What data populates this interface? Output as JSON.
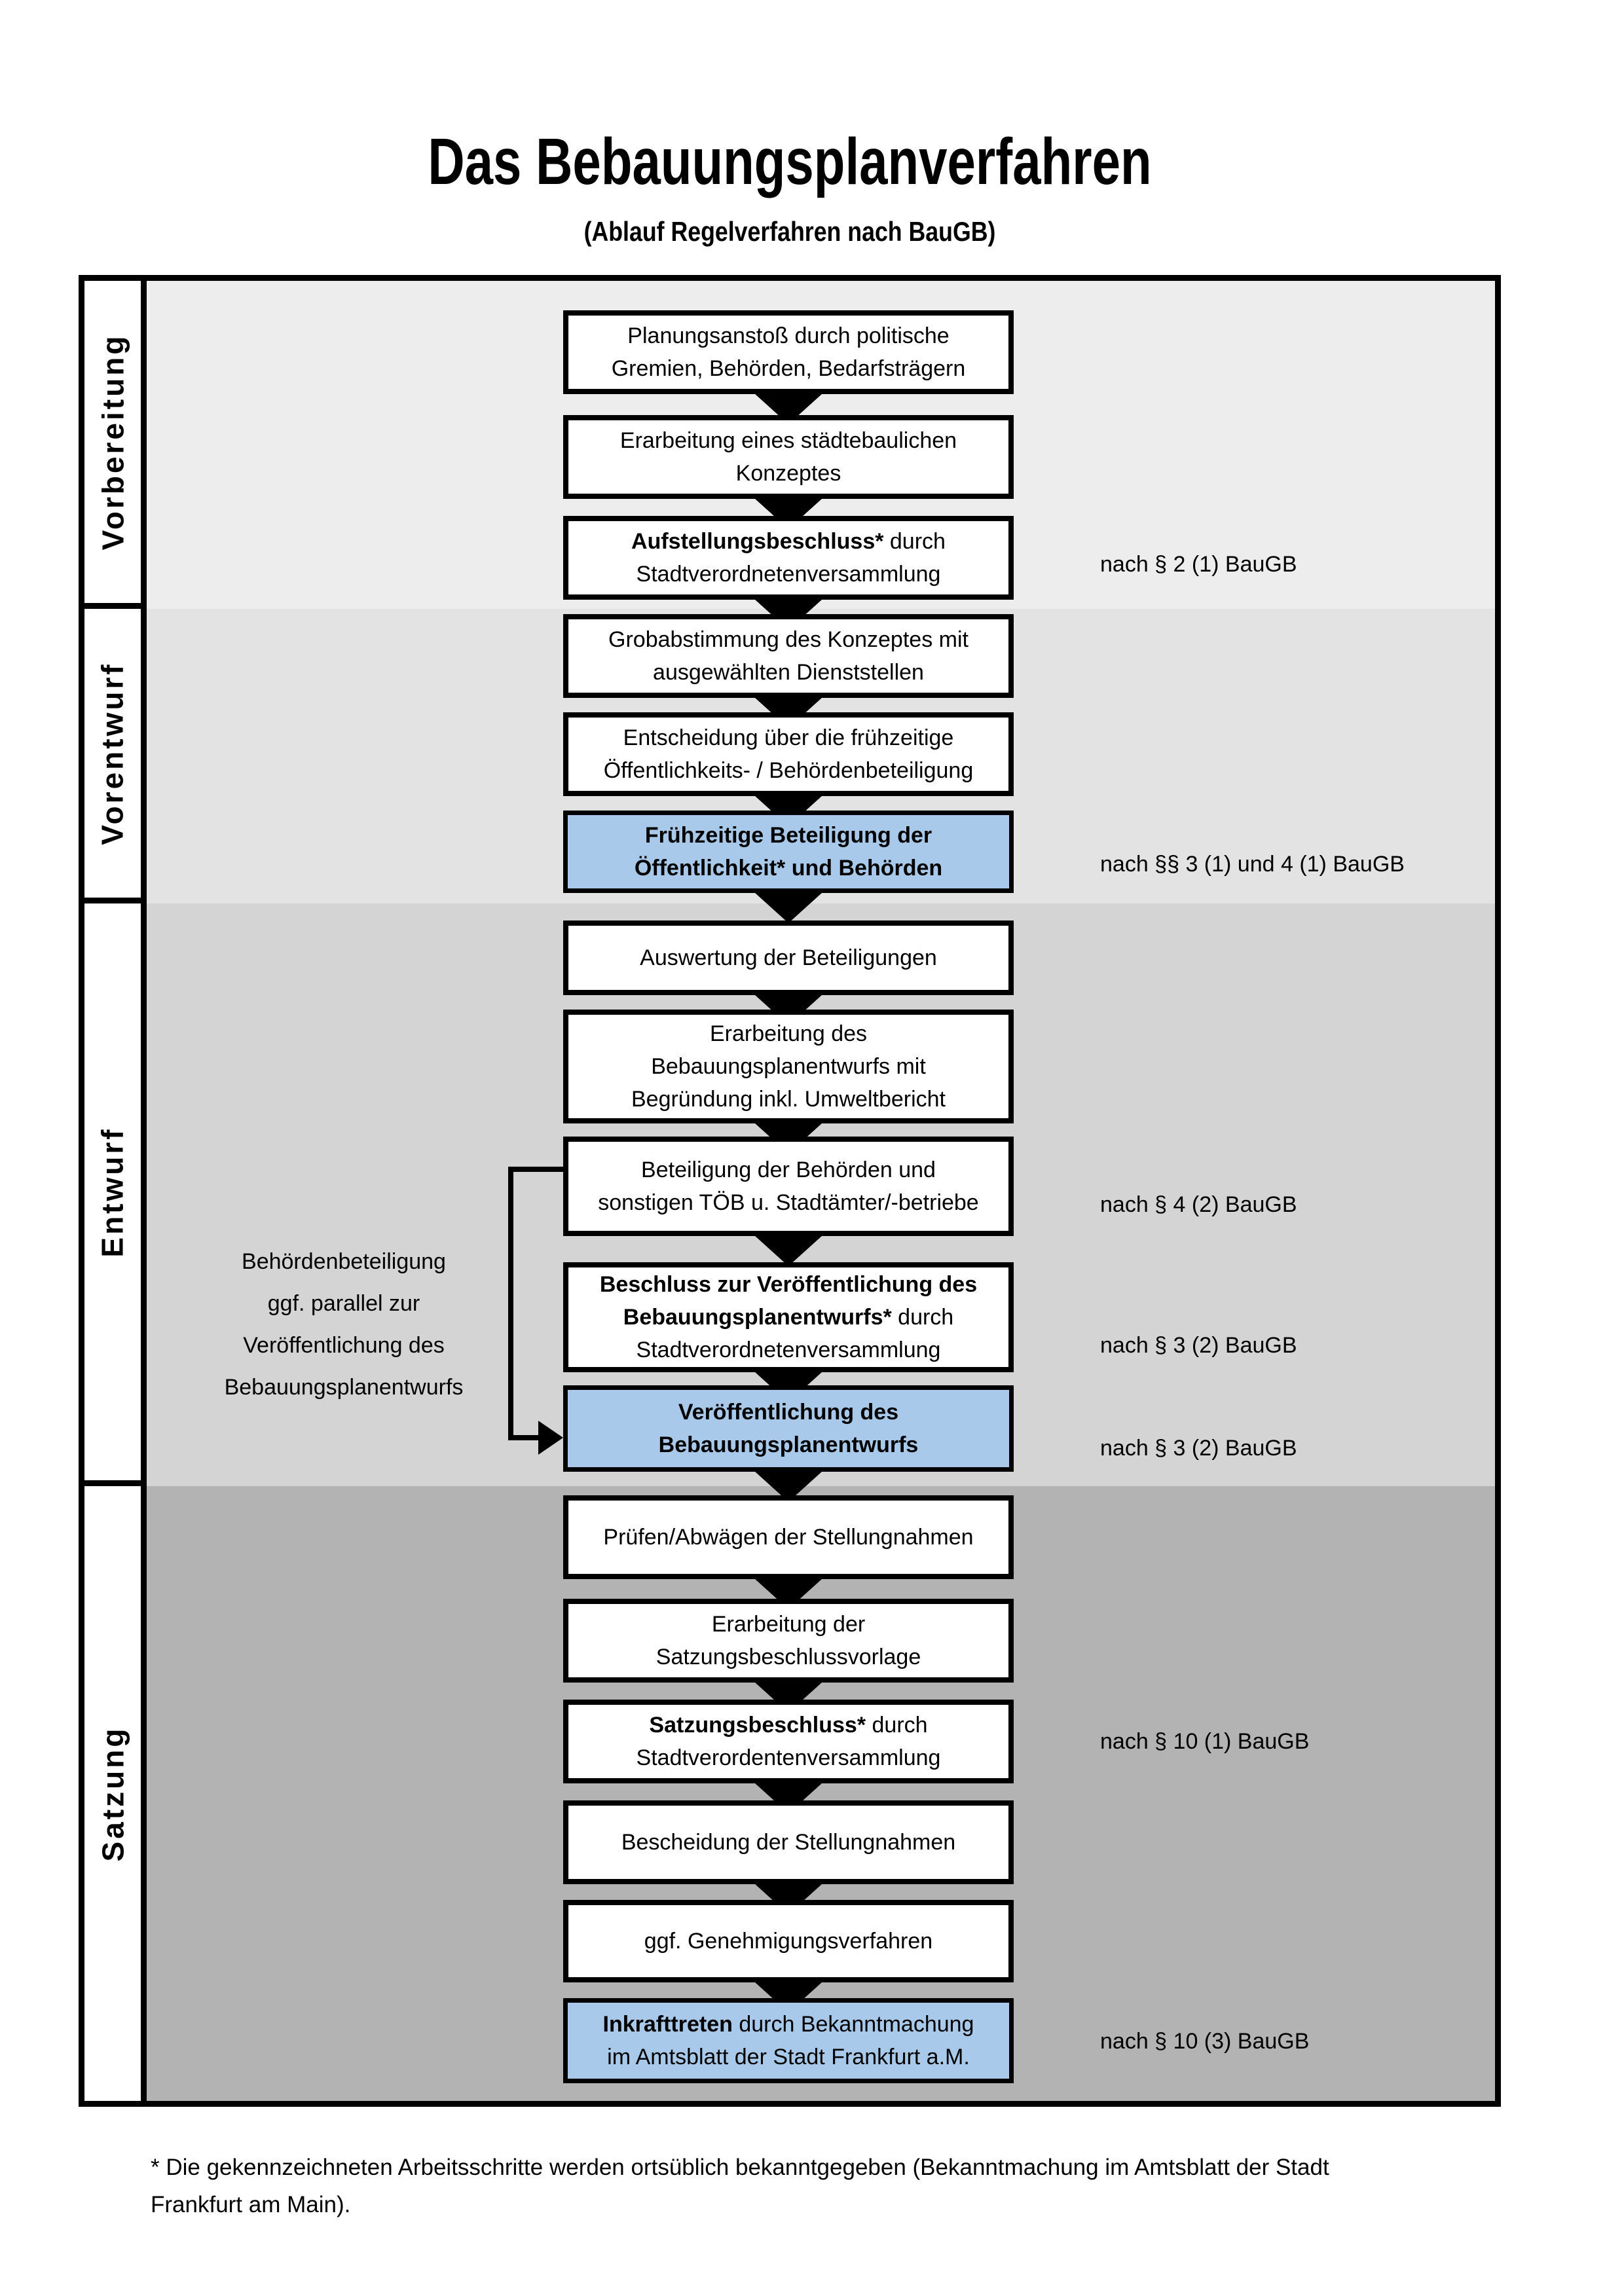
{
  "title": "Das Bebauungsplanverfahren",
  "subtitle": "(Ablauf Regelverfahren nach BauGB)",
  "colors": {
    "highlight_blue": "#a9c9ea",
    "box_white": "#ffffff",
    "border_black": "#000000",
    "phase_band_grays": [
      "#ededed",
      "#e3e3e3",
      "#d4d4d4",
      "#b3b3b3"
    ]
  },
  "phases": [
    {
      "label": "Vorbereitung"
    },
    {
      "label": "Vorentwurf"
    },
    {
      "label": "Entwurf"
    },
    {
      "label": "Satzung"
    }
  ],
  "steps": [
    {
      "phase": 0,
      "highlighted": false,
      "lines": [
        [
          {
            "t": "Planungsanstoß durch politische",
            "b": false
          }
        ],
        [
          {
            "t": "Gremien, Behörden, Bedarfsträgern",
            "b": false
          }
        ]
      ],
      "annotation": null
    },
    {
      "phase": 0,
      "highlighted": false,
      "lines": [
        [
          {
            "t": "Erarbeitung eines städtebaulichen",
            "b": false
          }
        ],
        [
          {
            "t": "Konzeptes",
            "b": false
          }
        ]
      ],
      "annotation": null
    },
    {
      "phase": 0,
      "highlighted": false,
      "lines": [
        [
          {
            "t": "Aufstellungsbeschluss*",
            "b": true
          },
          {
            "t": " durch",
            "b": false
          }
        ],
        [
          {
            "t": "Stadtverordnetenversammlung",
            "b": false
          }
        ]
      ],
      "annotation": "nach § 2 (1) BauGB"
    },
    {
      "phase": 1,
      "highlighted": false,
      "lines": [
        [
          {
            "t": "Grobabstimmung des Konzeptes mit",
            "b": false
          }
        ],
        [
          {
            "t": "ausgewählten Dienststellen",
            "b": false
          }
        ]
      ],
      "annotation": null
    },
    {
      "phase": 1,
      "highlighted": false,
      "lines": [
        [
          {
            "t": "Entscheidung über die frühzeitige",
            "b": false
          }
        ],
        [
          {
            "t": "Öffentlichkeits- / Behördenbeteiligung",
            "b": false
          }
        ]
      ],
      "annotation": null
    },
    {
      "phase": 1,
      "highlighted": true,
      "lines": [
        [
          {
            "t": "Frühzeitige Beteiligung der",
            "b": true
          }
        ],
        [
          {
            "t": "Öffentlichkeit* und Behörden",
            "b": true
          }
        ]
      ],
      "annotation": "nach §§ 3 (1) und 4 (1) BauGB"
    },
    {
      "phase": 2,
      "highlighted": false,
      "lines": [
        [
          {
            "t": "Auswertung der Beteiligungen",
            "b": false
          }
        ]
      ],
      "annotation": null
    },
    {
      "phase": 2,
      "highlighted": false,
      "lines": [
        [
          {
            "t": "Erarbeitung des",
            "b": false
          }
        ],
        [
          {
            "t": "Bebauungsplanentwurfs mit",
            "b": false
          }
        ],
        [
          {
            "t": "Begründung inkl. Umweltbericht",
            "b": false
          }
        ]
      ],
      "annotation": null
    },
    {
      "phase": 2,
      "highlighted": false,
      "lines": [
        [
          {
            "t": "Beteiligung der Behörden und",
            "b": false
          }
        ],
        [
          {
            "t": "sonstigen TÖB u. Stadtämter/-betriebe",
            "b": false
          }
        ]
      ],
      "annotation": "nach § 4 (2) BauGB"
    },
    {
      "phase": 2,
      "highlighted": false,
      "lines": [
        [
          {
            "t": "Beschluss zur Veröffentlichung des",
            "b": true
          }
        ],
        [
          {
            "t": "Bebauungsplanentwurfs*",
            "b": true
          },
          {
            "t": " durch",
            "b": false
          }
        ],
        [
          {
            "t": "Stadtverordnetenversammlung",
            "b": false
          }
        ]
      ],
      "annotation": "nach § 3 (2) BauGB"
    },
    {
      "phase": 2,
      "highlighted": true,
      "lines": [
        [
          {
            "t": "Veröffentlichung des",
            "b": true
          }
        ],
        [
          {
            "t": "Bebauungsplanentwurfs",
            "b": true
          }
        ]
      ],
      "annotation": "nach § 3 (2) BauGB"
    },
    {
      "phase": 3,
      "highlighted": false,
      "lines": [
        [
          {
            "t": "Prüfen/Abwägen der Stellungnahmen",
            "b": false
          }
        ]
      ],
      "annotation": null
    },
    {
      "phase": 3,
      "highlighted": false,
      "lines": [
        [
          {
            "t": "Erarbeitung der",
            "b": false
          }
        ],
        [
          {
            "t": "Satzungsbeschlussvorlage",
            "b": false
          }
        ]
      ],
      "annotation": null
    },
    {
      "phase": 3,
      "highlighted": false,
      "lines": [
        [
          {
            "t": "Satzungsbeschluss*",
            "b": true
          },
          {
            "t": " durch",
            "b": false
          }
        ],
        [
          {
            "t": "Stadtverordentenversammlung",
            "b": false
          }
        ]
      ],
      "annotation": "nach § 10 (1) BauGB"
    },
    {
      "phase": 3,
      "highlighted": false,
      "lines": [
        [
          {
            "t": "Bescheidung der Stellungnahmen",
            "b": false
          }
        ]
      ],
      "annotation": null
    },
    {
      "phase": 3,
      "highlighted": false,
      "lines": [
        [
          {
            "t": "ggf. Genehmigungsverfahren",
            "b": false
          }
        ]
      ],
      "annotation": null
    },
    {
      "phase": 3,
      "highlighted": true,
      "lines": [
        [
          {
            "t": "Inkrafttreten",
            "b": true
          },
          {
            "t": " durch Bekanntmachung",
            "b": false
          }
        ],
        [
          {
            "t": "im Amtsblatt der Stadt Frankfurt a.M.",
            "b": false
          }
        ]
      ],
      "annotation": "nach § 10 (3) BauGB"
    }
  ],
  "side_note": {
    "lines": [
      "Behördenbeteiligung",
      "ggf. parallel zur",
      "Veröffentlichung des",
      "Bebauungsplanentwurfs"
    ]
  },
  "footnote": {
    "lines": [
      "* Die gekennzeichneten Arbeitsschritte werden ortsüblich bekanntgegeben (Bekanntmachung im Amtsblatt der Stadt",
      "Frankfurt am Main)."
    ]
  }
}
